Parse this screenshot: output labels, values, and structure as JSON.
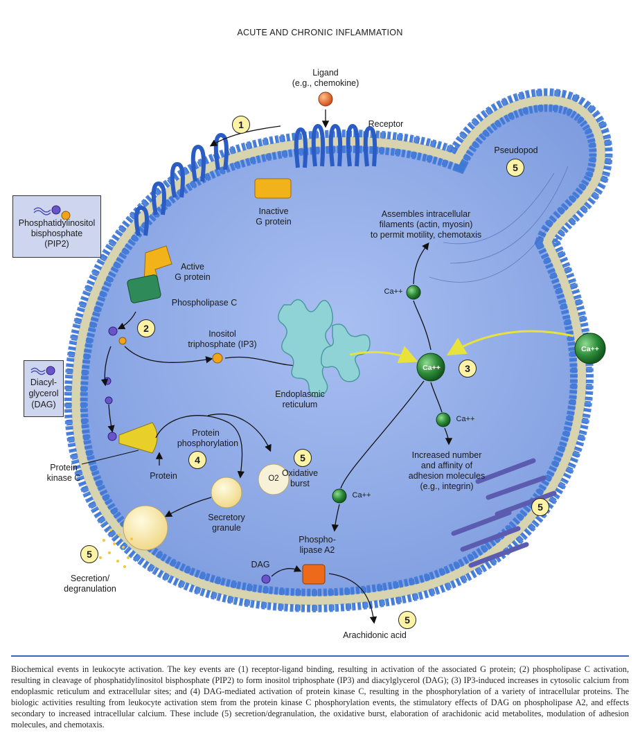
{
  "header": "ACUTE AND CHRONIC INFLAMMATION",
  "labels": {
    "ligand": "Ligand",
    "ligand_example": "(e.g., chemokine)",
    "receptor": "Receptor",
    "pseudopod": "Pseudopod",
    "inactive_g_1": "Inactive",
    "inactive_g_2": "G protein",
    "active_g_1": "Active",
    "active_g_2": "G protein",
    "phospholipase_c": "Phospholipase C",
    "pip2_1": "Phosphatidylinositol",
    "pip2_2": "bisphosphate",
    "pip2_3": "(PIP2)",
    "dag_legend_1": "Diacyl-",
    "dag_legend_2": "glycerol",
    "dag_legend_3": "(DAG)",
    "ip3_1": "Inositol",
    "ip3_2": "triphosphate (IP3)",
    "er_1": "Endoplasmic",
    "er_2": "reticulum",
    "assembles_1": "Assembles intracellular",
    "assembles_2": "filaments (actin, myosin)",
    "assembles_3": "to permit motility, chemotaxis",
    "ca": "Ca++",
    "protein_phos_1": "Protein",
    "protein_phos_2": "phosphorylation",
    "protein": "Protein",
    "pkc_1": "Protein",
    "pkc_2": "kinase C",
    "oxidative_1": "Oxidative",
    "oxidative_2": "burst",
    "o2": "O2",
    "secretory_1": "Secretory",
    "secretory_2": "granule",
    "secretion_1": "Secretion/",
    "secretion_2": "degranulation",
    "adhesion_1": "Increased number",
    "adhesion_2": "and affinity of",
    "adhesion_3": "adhesion molecules",
    "adhesion_4": "(e.g., integrin)",
    "phospholipase_a2_1": "Phospho-",
    "phospholipase_a2_2": "lipase A2",
    "dag": "DAG",
    "arachidonic": "Arachidonic acid"
  },
  "steps": [
    "1",
    "2",
    "3",
    "4",
    "5"
  ],
  "caption": "Biochemical events in leukocyte activation. The key events are (1) receptor-ligand binding, resulting in activation of the associated G protein; (2) phospholipase C activation, resulting in cleavage of phosphatidylinositol bisphosphate (PIP2) to form inositol triphosphate (IP3) and diacylglycerol (DAG); (3) IP3-induced increases in cytosolic calcium from endoplasmic reticulum and extracellular sites; and (4) DAG-mediated activation of protein kinase C, resulting in the phosphorylation of a variety of intracellular proteins. The biologic activities resulting from leukocyte activation stem from the protein kinase C phosphorylation events, the stimulatory effects of DAG on phospholipase A2, and effects secondary to increased intracellular calcium. These include (5) secretion/degranulation, the oxidative burst, elaboration of arachidonic acid metabolites, modulation of adhesion molecules, and chemotaxis.",
  "colors": {
    "cytoplasm": "#8fa9e6",
    "membrane_head": "#3f78d6",
    "g_protein": "#f2b21a",
    "phospholipase_c": "#2f8a5a",
    "calcium": "#2e8b3a",
    "er": "#8fd3d6",
    "pkc": "#e8cf2a",
    "phospholipase_a2": "#ec6a1a",
    "ligand": "#e0601c",
    "integrin": "#5b5bb0",
    "step_badge": "#fdf3a6"
  }
}
